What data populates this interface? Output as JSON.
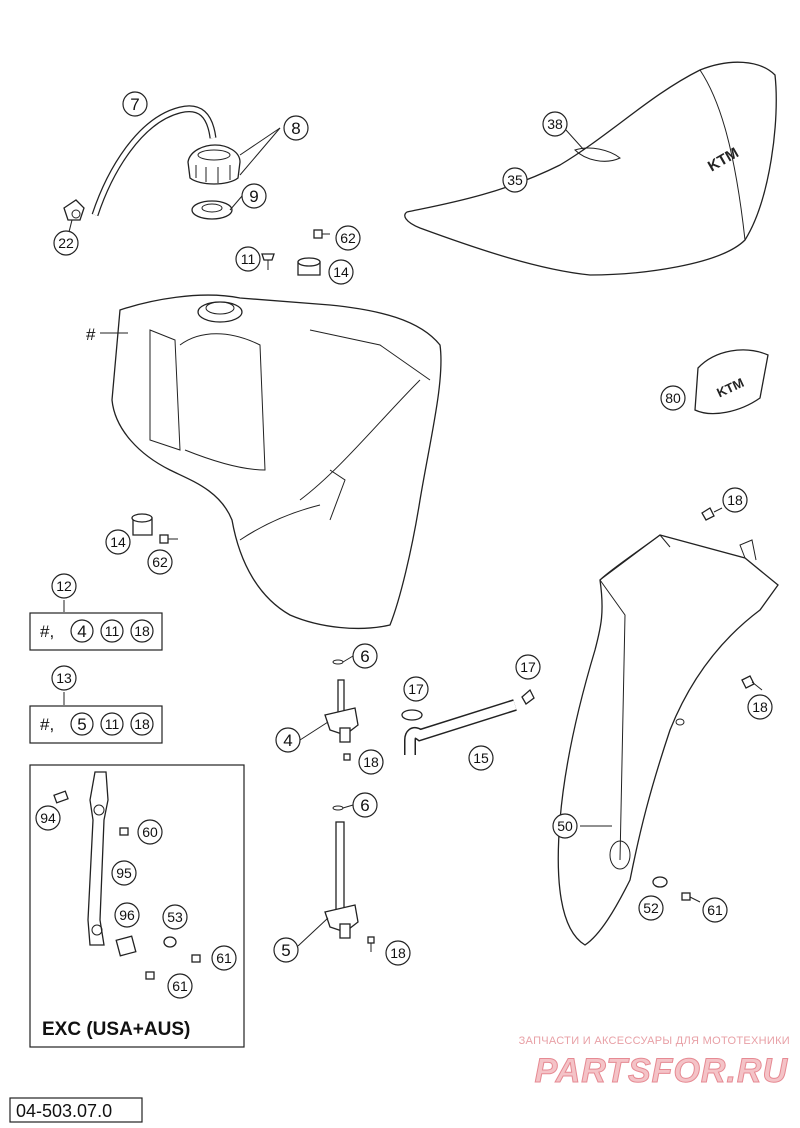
{
  "diagram": {
    "callouts": {
      "c7": "7",
      "c8": "8",
      "c9": "9",
      "c22": "22",
      "c11": "11",
      "c62a": "62",
      "c14a": "14",
      "c38": "38",
      "c35": "35",
      "c80": "80",
      "c_hash": "#",
      "c14b": "14",
      "c62b": "62",
      "c12": "12",
      "c13": "13",
      "c6a": "6",
      "c4": "4",
      "c18a": "18",
      "c17a": "17",
      "c17b": "17",
      "c15": "15",
      "c6b": "6",
      "c5": "5",
      "c18b": "18",
      "c18c": "18",
      "c18d": "18",
      "c50": "50",
      "c52": "52",
      "c61a": "61",
      "c94": "94",
      "c60": "60",
      "c95": "95",
      "c96": "96",
      "c53": "53",
      "c61b": "61",
      "c61c": "61"
    },
    "kit12": {
      "prefix": "#,",
      "items": [
        "4",
        "11",
        "18"
      ]
    },
    "kit13": {
      "prefix": "#,",
      "items": [
        "5",
        "11",
        "18"
      ]
    },
    "inset_label": "EXC (USA+AUS)",
    "document_number": "04-503.07.0",
    "seat_logo": "KTM",
    "decal_logo": "KTM"
  },
  "watermark": {
    "tagline": "ЗАПЧАСТИ И АКСЕССУАРЫ ДЛЯ МОТОТЕХНИКИ",
    "brand": "PARTSFOR.RU"
  }
}
